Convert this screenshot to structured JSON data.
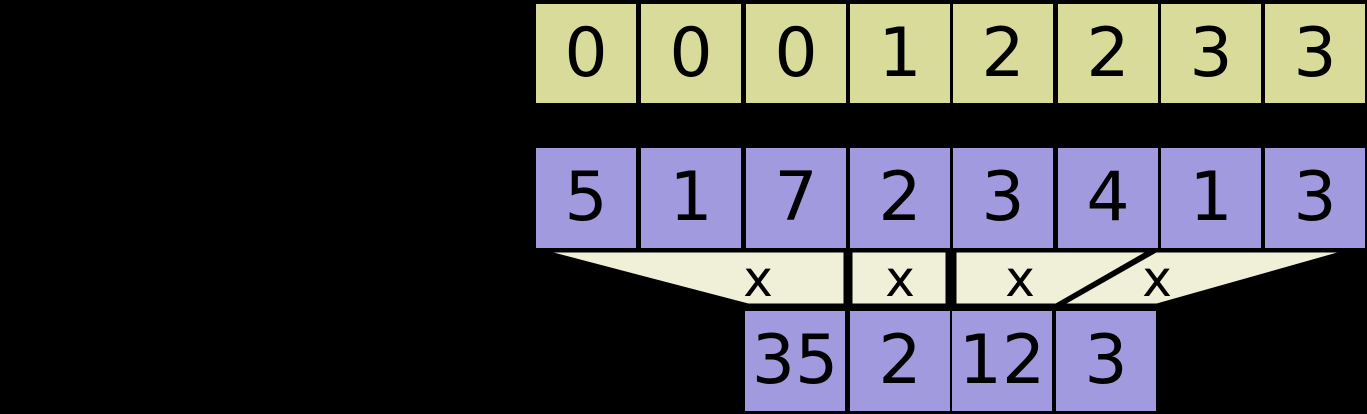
{
  "colors": {
    "background": "#000000",
    "segment_id_fill": "#d8db9a",
    "value_fill": "#a29ade",
    "result_fill": "#a29ade",
    "funnel_fill": "#f0f0d8",
    "line": "#000000",
    "text": "#000000"
  },
  "segment_id_row": [
    "0",
    "0",
    "0",
    "1",
    "2",
    "2",
    "3",
    "3"
  ],
  "value_row": [
    "5",
    "1",
    "7",
    "2",
    "3",
    "4",
    "1",
    "3"
  ],
  "operator_row": [
    "x",
    "x",
    "x",
    "x"
  ],
  "result_row": [
    "35",
    "2",
    "12",
    "3"
  ]
}
